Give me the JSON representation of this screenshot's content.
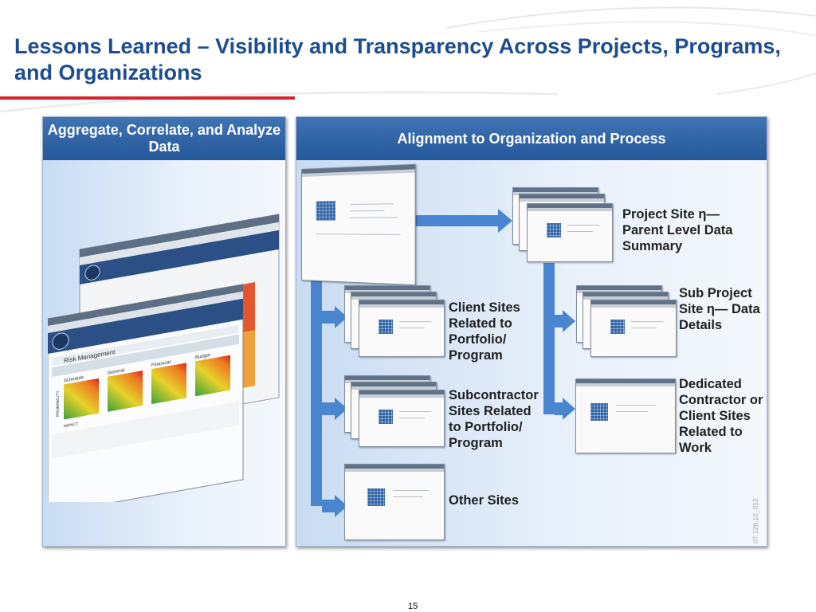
{
  "slide": {
    "title": "Lessons Learned – Visibility and Transparency Across Projects, Programs, and Organizations",
    "page_number": "15"
  },
  "left_panel": {
    "header": "Aggregate, Correlate, and Analyze Data",
    "screenshot": {
      "section": "Risk Management",
      "charts": [
        "Schedule",
        "General",
        "Financial",
        "Budget"
      ],
      "y_label": "PROBABILITY",
      "x_label": "IMPACT"
    }
  },
  "right_panel": {
    "header": "Alignment to Organization and Process",
    "nodes": {
      "project_site": "Project Site η— Parent Level Data Summary",
      "client_sites": "Client Sites Related to Portfolio/ Program",
      "subcontractor_sites": "Subcontractor Sites Related to Portfolio/ Program",
      "other_sites": "Other Sites",
      "sub_project_site": "Sub Project Site η— Data Details",
      "dedicated_sites": "Dedicated Contractor or Client Sites Related to Work"
    },
    "figure_id": "07.126.10_012"
  },
  "colors": {
    "title": "#1d4d8f",
    "rule": "#d3262c",
    "header": "#25589a",
    "arrow": "#4a86d0"
  }
}
